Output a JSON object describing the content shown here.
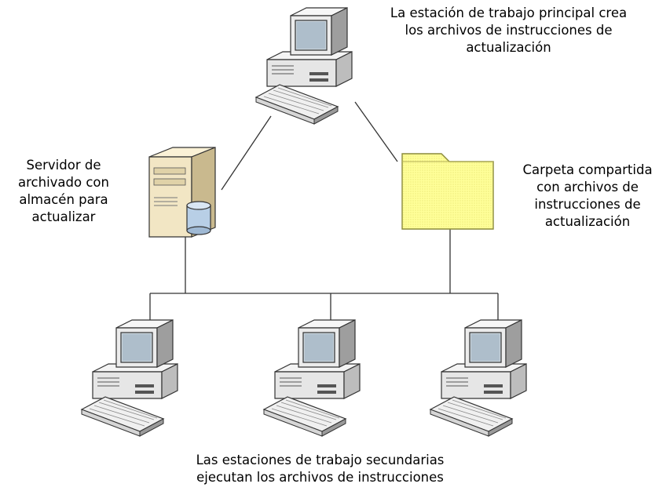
{
  "labels": {
    "primary_workstation": [
      "La estación de trabajo principal crea",
      "los archivos de instrucciones de",
      "actualización"
    ],
    "archive_server": [
      "Servidor de",
      "archivado con",
      "almacén para",
      "actualizar"
    ],
    "shared_folder": [
      "Carpeta compartida",
      "con archivos de",
      "instrucciones de",
      "actualización"
    ],
    "secondary_workstations": [
      "Las estaciones de trabajo secundarias",
      "ejecutan los archivos de instrucciones"
    ]
  },
  "colors": {
    "folder_fill": "#ffff99",
    "folder_stroke": "#8a8a3a",
    "monitor_body": "#eeeeee",
    "screen": "#c9d4dc",
    "server_body": "#f2e6c4",
    "database": "#b8cfe6",
    "line": "#333333"
  }
}
